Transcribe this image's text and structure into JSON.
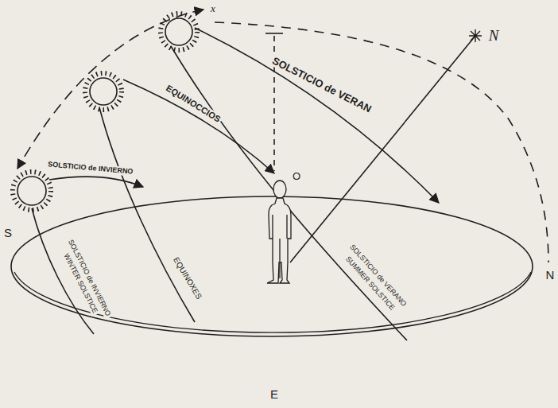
{
  "diagram": {
    "labels": [
      "x",
      "N",
      "SOLSTICIO de VERAN",
      "EQUINOCCIOS",
      "SOLSTICIO de INVIERNO",
      "O",
      "S",
      "N",
      "E",
      "SOLSTICIO de INVIERNO",
      "WINTER SOLSTICE",
      "EQUINOXES",
      "SOLSTICIO de VERANO",
      "SUMMER SOLSTICE"
    ]
  }
}
